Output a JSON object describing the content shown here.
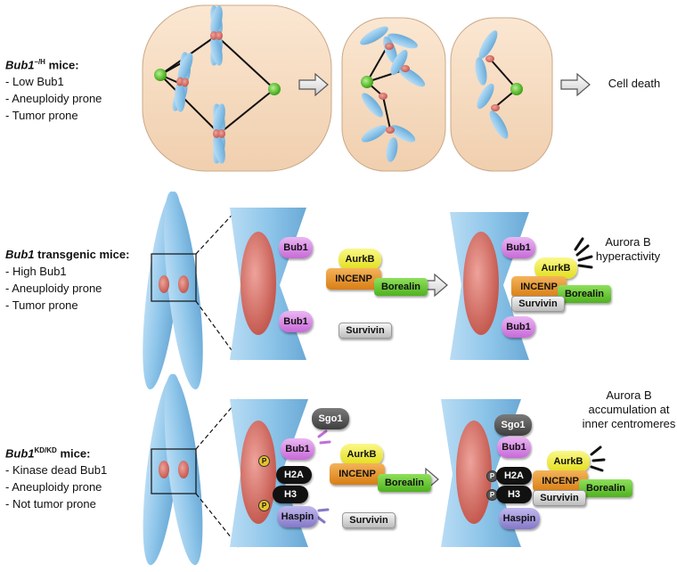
{
  "rows": [
    {
      "title_main": "Bub1",
      "title_sup": "–/H",
      "title_tail": " mice:",
      "bullets": [
        "- Low Bub1",
        "- Aneuploidy prone",
        "- Tumor prone"
      ],
      "outcome": "Cell death"
    },
    {
      "title_main": "Bub1",
      "title_sup": "",
      "title_tail": " transgenic mice:",
      "bullets": [
        "- High Bub1",
        "- Aneuploidy prone",
        "- Tumor prone"
      ],
      "outcome_lines": [
        "Aurora B",
        "hyperactivity"
      ]
    },
    {
      "title_main": "Bub1",
      "title_sup": "KD/KD",
      "title_tail": " mice:",
      "bullets": [
        "- Kinase dead Bub1",
        "- Aneuploidy prone",
        "- Not tumor prone"
      ],
      "outcome_lines": [
        "Aurora B",
        "accumulation at",
        "inner centromeres"
      ]
    }
  ],
  "proteins": {
    "bub1": "Bub1",
    "aurkb": "AurkB",
    "incenp": "INCENP",
    "borealin": "Borealin",
    "survivin": "Survivin",
    "sgo1": "Sgo1",
    "h2a": "H2A",
    "h3": "H3",
    "haspin": "Haspin",
    "phospho": "P"
  },
  "colors": {
    "cell": "#f6dcc0",
    "chromosome": "#8fc6ea",
    "centromere": "#d9736a",
    "spindle_pole": "#6ccb3c",
    "bub1": "#d98be8",
    "aurkb": "#f2ee3a",
    "incenp": "#e8932a",
    "borealin": "#6bcc3a",
    "survivin": "#d8d8d8",
    "sgo1": "#555555",
    "histone": "#111111",
    "haspin": "#9d92d8",
    "phospho": "#e6c22e"
  }
}
